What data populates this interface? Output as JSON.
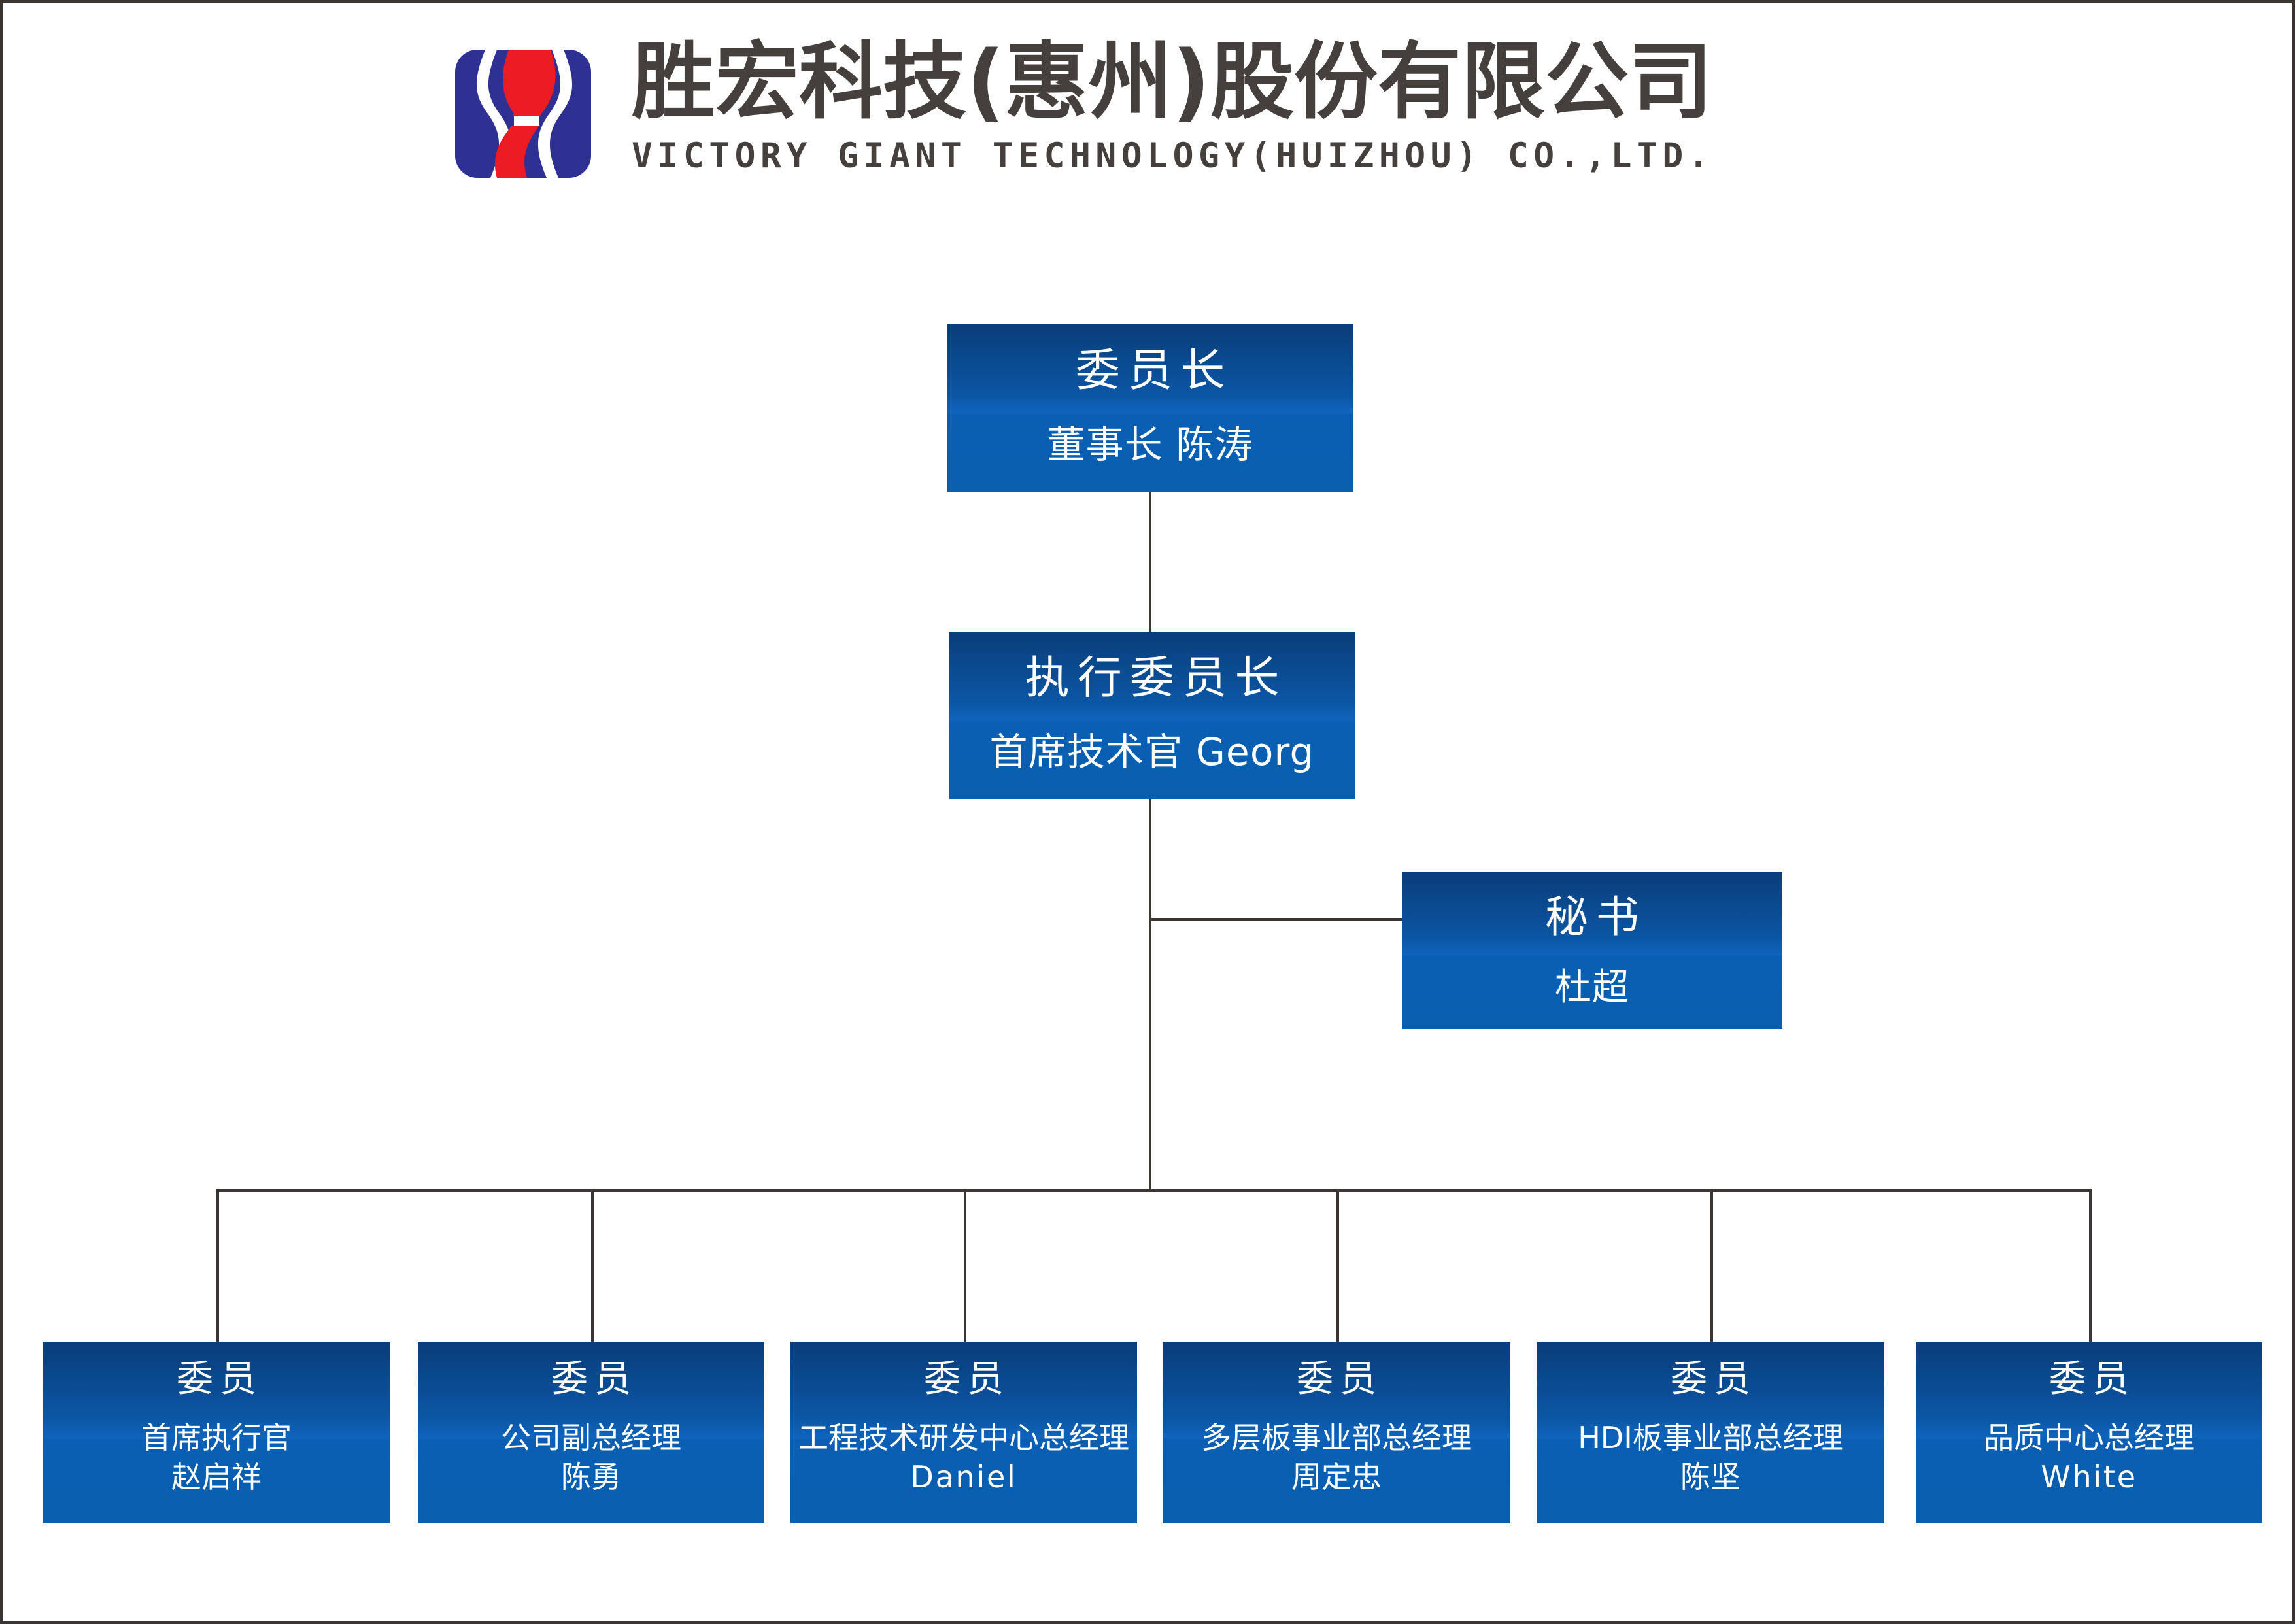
{
  "header": {
    "logo_icon": "victory-giant-s-logo",
    "company_name_cn": "胜宏科技(惠州)股份有限公司",
    "company_name_en": "VICTORY GIANT TECHNOLOGY(HUIZHOU) CO.,LTD.",
    "brand_blue": "#2e3192",
    "brand_red": "#ed1c24",
    "text_color": "#453f3e"
  },
  "chart_theme": {
    "box_gradient_top": "#0a3f7d",
    "box_gradient_bottom": "#075fae",
    "box_text_color": "#ffffff",
    "connector_color": "#3b3534",
    "page_background": "#ffffff"
  },
  "org_chart": {
    "type": "organization-hierarchy",
    "chairman": {
      "title": "委员长",
      "subtitle": "董事长 陈涛"
    },
    "executive": {
      "title": "执行委员长",
      "subtitle": "首席技术官 Georg"
    },
    "secretary": {
      "title": "秘书",
      "subtitle": "杜超"
    },
    "members": [
      {
        "title": "委员",
        "role": "首席执行官",
        "name": "赵启祥",
        "name_is_latin": false
      },
      {
        "title": "委员",
        "role": "公司副总经理",
        "name": "陈勇",
        "name_is_latin": false
      },
      {
        "title": "委员",
        "role": "工程技术研发中心总经理",
        "name": "Daniel",
        "name_is_latin": true
      },
      {
        "title": "委员",
        "role": "多层板事业部总经理",
        "name": "周定忠",
        "name_is_latin": false
      },
      {
        "title": "委员",
        "role": "HDI板事业部总经理",
        "name": "陈坚",
        "name_is_latin": false
      },
      {
        "title": "委员",
        "role": "品质中心总经理",
        "name": "White",
        "name_is_latin": true
      }
    ]
  }
}
